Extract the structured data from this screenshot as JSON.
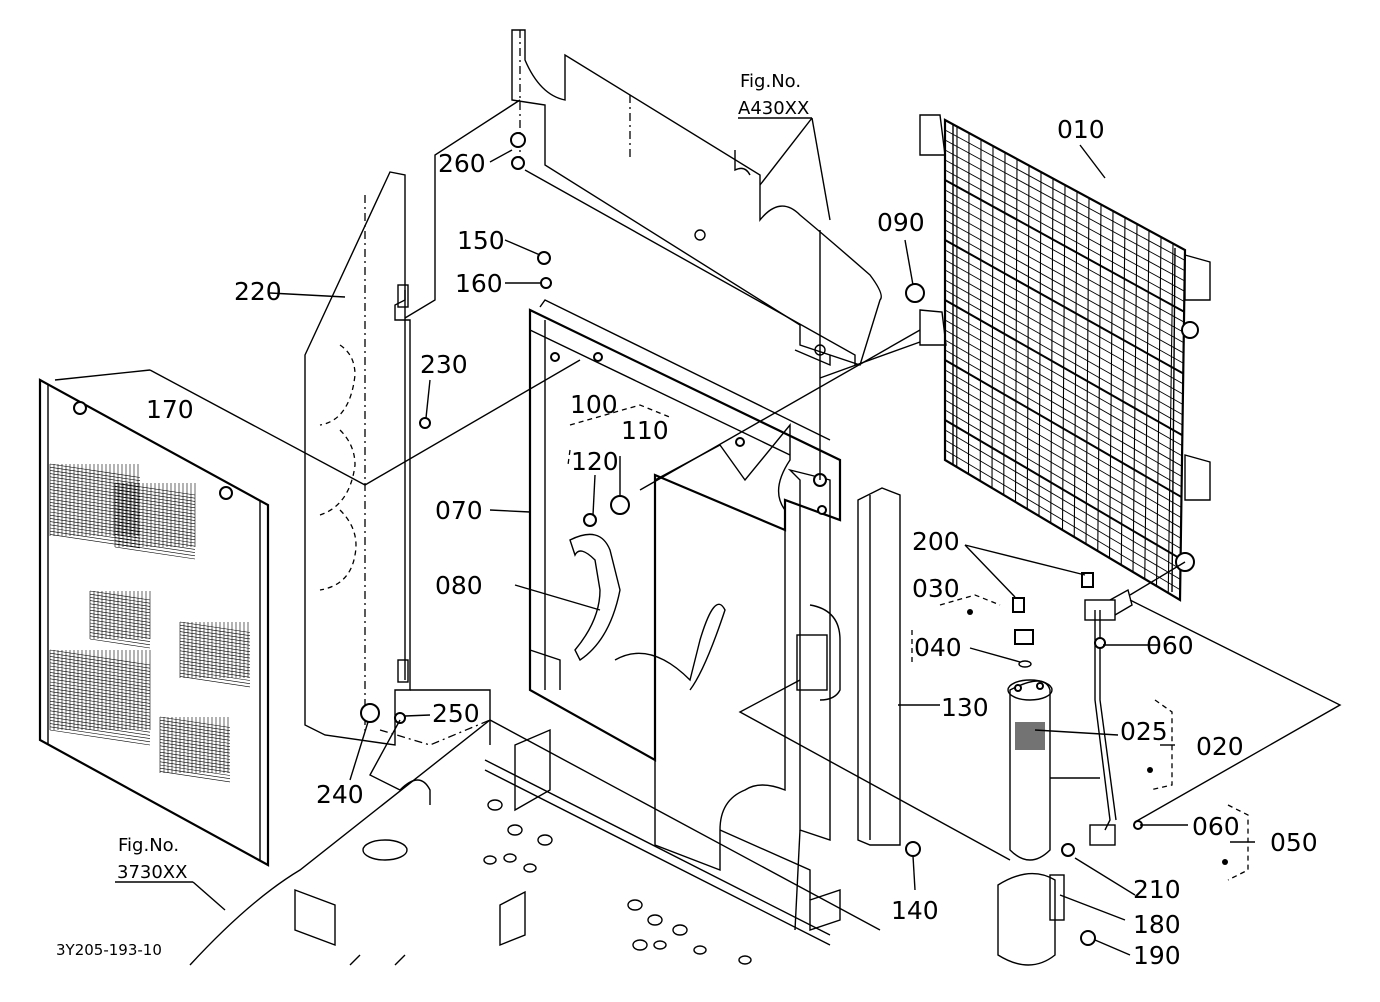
{
  "diagram": {
    "code": "3Y205-193-10",
    "references": [
      {
        "id": "ref-a430",
        "line1": "Fig.No.",
        "line2": "A430XX"
      },
      {
        "id": "ref-3730",
        "line1": "Fig.No.",
        "line2": "3730XX"
      }
    ],
    "callouts": [
      {
        "id": "010",
        "text": "010"
      },
      {
        "id": "020",
        "text": "020"
      },
      {
        "id": "025",
        "text": "025"
      },
      {
        "id": "030",
        "text": "030"
      },
      {
        "id": "040",
        "text": "040"
      },
      {
        "id": "050",
        "text": "050"
      },
      {
        "id": "060a",
        "text": "060"
      },
      {
        "id": "060b",
        "text": "060"
      },
      {
        "id": "070",
        "text": "070"
      },
      {
        "id": "080",
        "text": "080"
      },
      {
        "id": "090",
        "text": "090"
      },
      {
        "id": "100",
        "text": "100"
      },
      {
        "id": "110",
        "text": "110"
      },
      {
        "id": "120",
        "text": "120"
      },
      {
        "id": "130",
        "text": "130"
      },
      {
        "id": "140",
        "text": "140"
      },
      {
        "id": "150",
        "text": "150"
      },
      {
        "id": "160",
        "text": "160"
      },
      {
        "id": "170",
        "text": "170"
      },
      {
        "id": "180",
        "text": "180"
      },
      {
        "id": "190",
        "text": "190"
      },
      {
        "id": "200",
        "text": "200"
      },
      {
        "id": "210",
        "text": "210"
      },
      {
        "id": "220",
        "text": "220"
      },
      {
        "id": "230",
        "text": "230"
      },
      {
        "id": "240",
        "text": "240"
      },
      {
        "id": "250",
        "text": "250"
      },
      {
        "id": "260",
        "text": "260"
      }
    ]
  }
}
